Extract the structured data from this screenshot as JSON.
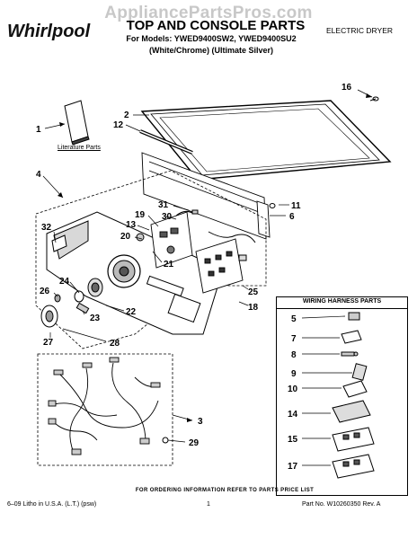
{
  "header": {
    "watermark": "AppliancePartsPros.com",
    "logo": "Whirlpool",
    "title": "TOP AND CONSOLE PARTS",
    "models": "For Models: YWED9400SW2, YWED9400SU2",
    "finish": "(White/Chrome) (Ultimate Silver)",
    "product_type": "ELECTRIC DRYER"
  },
  "literature_label": "Literature Parts",
  "wiring_box": {
    "title": "WIRING HARNESS PARTS",
    "items": [
      "5",
      "7",
      "8",
      "9",
      "10",
      "14",
      "15",
      "17"
    ]
  },
  "callouts": [
    "1",
    "2",
    "12",
    "16",
    "4",
    "31",
    "30",
    "19",
    "13",
    "20",
    "21",
    "11",
    "6",
    "32",
    "25",
    "18",
    "24",
    "26",
    "22",
    "23",
    "27",
    "28",
    "3",
    "29"
  ],
  "footer": {
    "note": "FOR ORDERING INFORMATION REFER TO PARTS PRICE LIST",
    "left": "6–09 Litho in U.S.A. (L.T.) (psw)",
    "page": "1",
    "part_no": "Part No. W10260350 Rev. A"
  }
}
